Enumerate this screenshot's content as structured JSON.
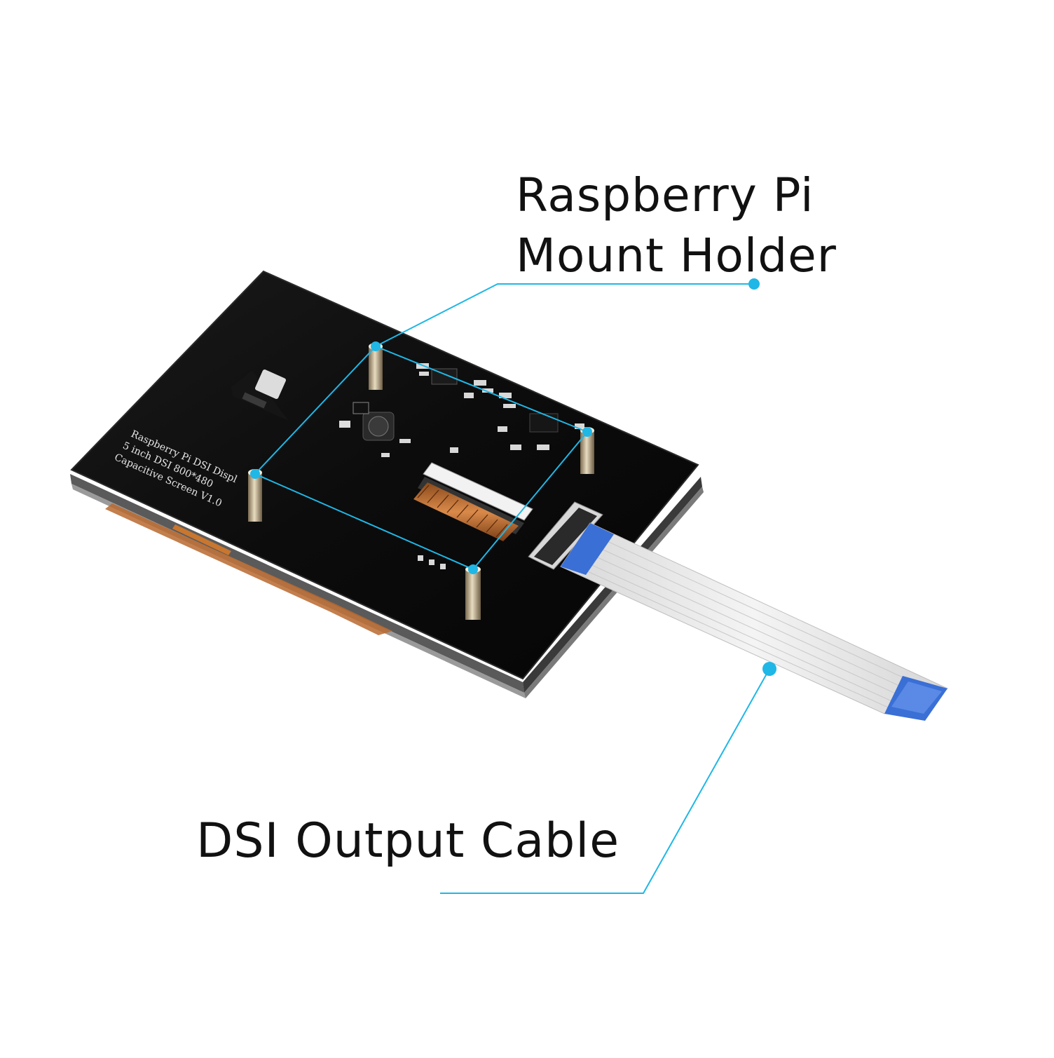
{
  "annotations": {
    "mount_holder": {
      "line1": "Raspberry Pi",
      "line2": "Mount Holder"
    },
    "dsi_cable": {
      "label": "DSI Output Cable"
    }
  },
  "board_silkscreen": {
    "line1": "Raspberry Pi DSI Displ",
    "line2": "5 inch DSI 800*480",
    "line3": "Capacitive  Screen V1.0"
  },
  "colors": {
    "callout_line": "#1fb7e6",
    "pcb": "#0b0b0b",
    "flex_cable": "#e9e9e9",
    "cable_tip": "#3a6fd6",
    "copper_coil": "#b5652a"
  }
}
